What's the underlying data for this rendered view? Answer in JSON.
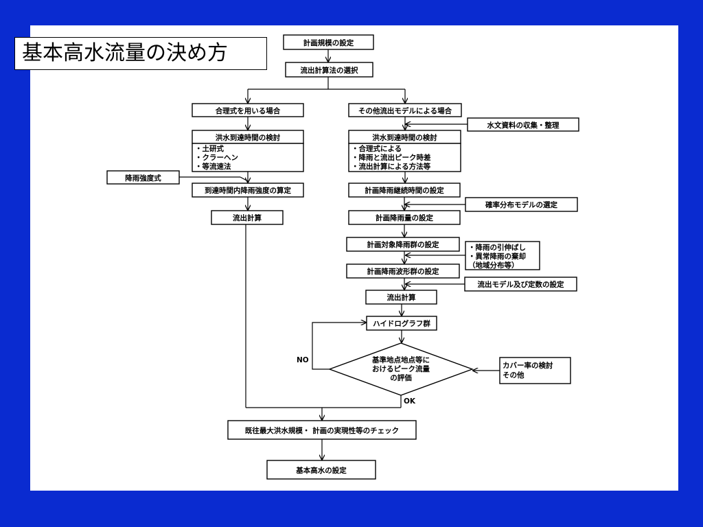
{
  "slide_title": "基本高水流量の決め方",
  "flow": {
    "plan_scale": "計画規模の設定",
    "runoff_method": "流出計算法の選択",
    "rational_case": "合理式を用いる場合",
    "other_model_case": "その他流出モデルによる場合",
    "hydro_data": "水文資料の収集・整理",
    "arrival_left": "洪水到達時間の検討",
    "arrival_left_items": [
      "・土研式",
      "・クラーヘン",
      "・等流速法"
    ],
    "arrival_right": "洪水到達時間の検討",
    "arrival_right_items": [
      "・合理式による",
      "・降雨と流出ピーク時差",
      "・流出計算による方法等"
    ],
    "rain_intensity_formula": "降雨強度式",
    "rain_intensity_calc": "到達時間内降雨強度の算定",
    "rain_duration": "計画降雨継続時間の設定",
    "probability_model": "確率分布モデルの選定",
    "runoff_calc_left": "流出計算",
    "plan_rainfall": "計画降雨量の設定",
    "target_rain_group": "計画対象降雨群の設定",
    "rain_notes": [
      "・降雨の引伸ばし",
      "・異常降雨の棄却",
      "（地域分布等）"
    ],
    "rain_waveform_group": "計画降雨波形群の設定",
    "runoff_model": "流出モデル及び定数の設定",
    "runoff_calc_right": "流出計算",
    "hydrograph_group": "ハイドログラフ群",
    "evaluation_lines": [
      "基準地点地点等に",
      "おけるピーク流量",
      "の評価"
    ],
    "coverage_lines": [
      "カバー率の検討",
      "その他"
    ],
    "no_label": "NO",
    "ok_label": "OK",
    "check": "既往最大洪水規模・ 計画の実現性等のチェック",
    "basic_flood": "基本高水の設定"
  }
}
